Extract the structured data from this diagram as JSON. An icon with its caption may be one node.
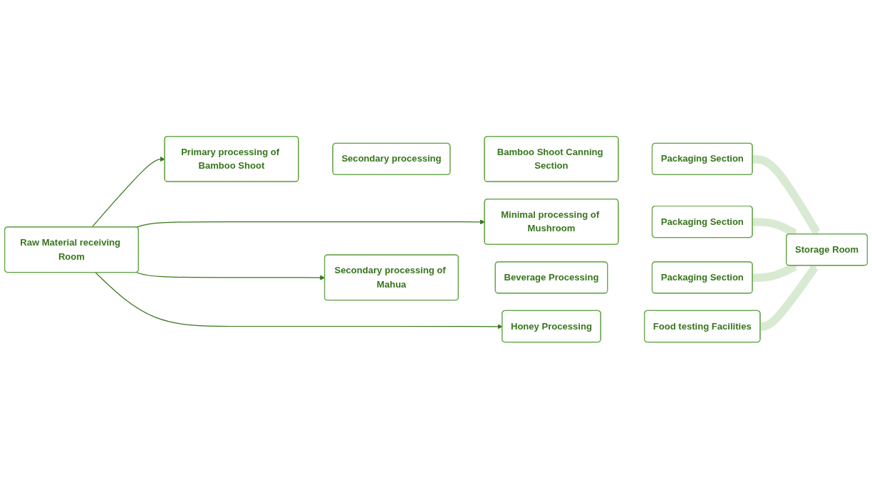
{
  "diagram": {
    "nodes": [
      {
        "text": [
          "Raw Material receiving Room"
        ]
      },
      {
        "text": [
          "Primary processing of Bamboo Shoot"
        ]
      },
      {
        "text": [
          "Secondary processing"
        ]
      },
      {
        "text": [
          "Bamboo Shoot Canning Section"
        ]
      },
      {
        "text": [
          "Packaging Section"
        ]
      },
      {
        "text": [
          "Minimal processing of Mushroom"
        ]
      },
      {
        "text": [
          "Packaging Section"
        ]
      },
      {
        "text": [
          "Secondary processing of Mahua"
        ]
      },
      {
        "text": [
          "Beverage Processing"
        ]
      },
      {
        "text": [
          "Packaging Section"
        ]
      },
      {
        "text": [
          "Honey Processing"
        ]
      },
      {
        "text": [
          "Food testing Facilities"
        ]
      },
      {
        "text": [
          "Storage Room"
        ]
      }
    ],
    "edges": [
      {
        "from": 0,
        "to": 1,
        "arrow": "to"
      },
      {
        "from": 0,
        "to": 5,
        "arrow": "to"
      },
      {
        "from": 0,
        "to": 7,
        "arrow": "to"
      },
      {
        "from": 0,
        "to": 10,
        "arrow": "to"
      },
      {
        "from": 4,
        "to": 12,
        "arrow": "to",
        "style": "thick",
        "color": "#d9ead3"
      },
      {
        "from": 6,
        "to": 12,
        "arrow": "to",
        "style": "thick",
        "color": "#d9ead3"
      },
      {
        "from": 9,
        "to": 12,
        "arrow": "to",
        "style": "thick",
        "color": "#d9ead3"
      },
      {
        "from": 11,
        "to": 12,
        "arrow": "to",
        "style": "thick",
        "color": "#d9ead3"
      }
    ]
  }
}
